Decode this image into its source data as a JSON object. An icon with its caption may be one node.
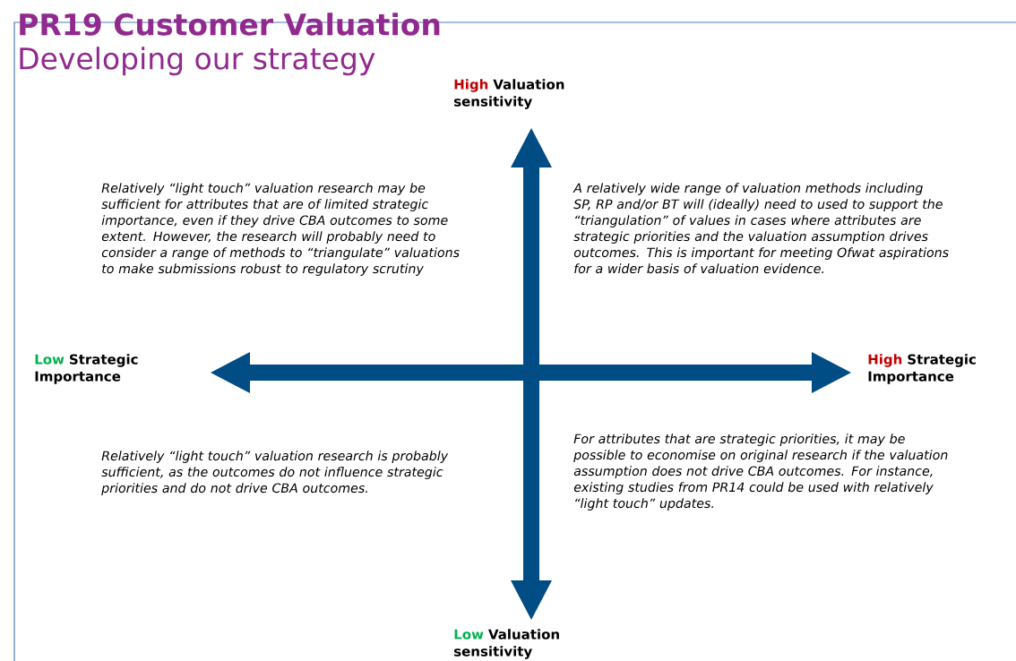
{
  "diagram": {
    "title": "PR19 Customer Valuation",
    "labels": [
      "Developing our strategy",
      "High",
      "Valuation sensitivity",
      "Relatively “light touch” valuation research may be sufficient for attributes that are of limited strategic importance, even if they drive CBA outcomes to some extent. However, the research will probably need to consider a range of methods  to “triangulate” valuations to make submissions robust to regulatory scrutiny",
      "A relatively wide range of valuation methods including SP, RP and/or BT will (ideally) need to used to support the “triangulation” of values in cases where attributes are strategic priorities and the valuation assumption drives outcomes. This is important for meeting Ofwat aspirations for a wider basis of valuation evidence.",
      "Low",
      "Strategic Importance",
      "High",
      "Strategic Importance",
      "Relatively “light touch” valuation research is probably sufficient, as the outcomes do not influence strategic priorities and do not drive CBA outcomes.",
      "For attributes that are strategic priorities, it may be possible to economise on original research if the valuation assumption does not drive CBA outcomes.  For instance, existing studies from PR14 could be used with relatively “light touch” updates.",
      "Low",
      "Valuation sensitivity"
    ]
  }
}
